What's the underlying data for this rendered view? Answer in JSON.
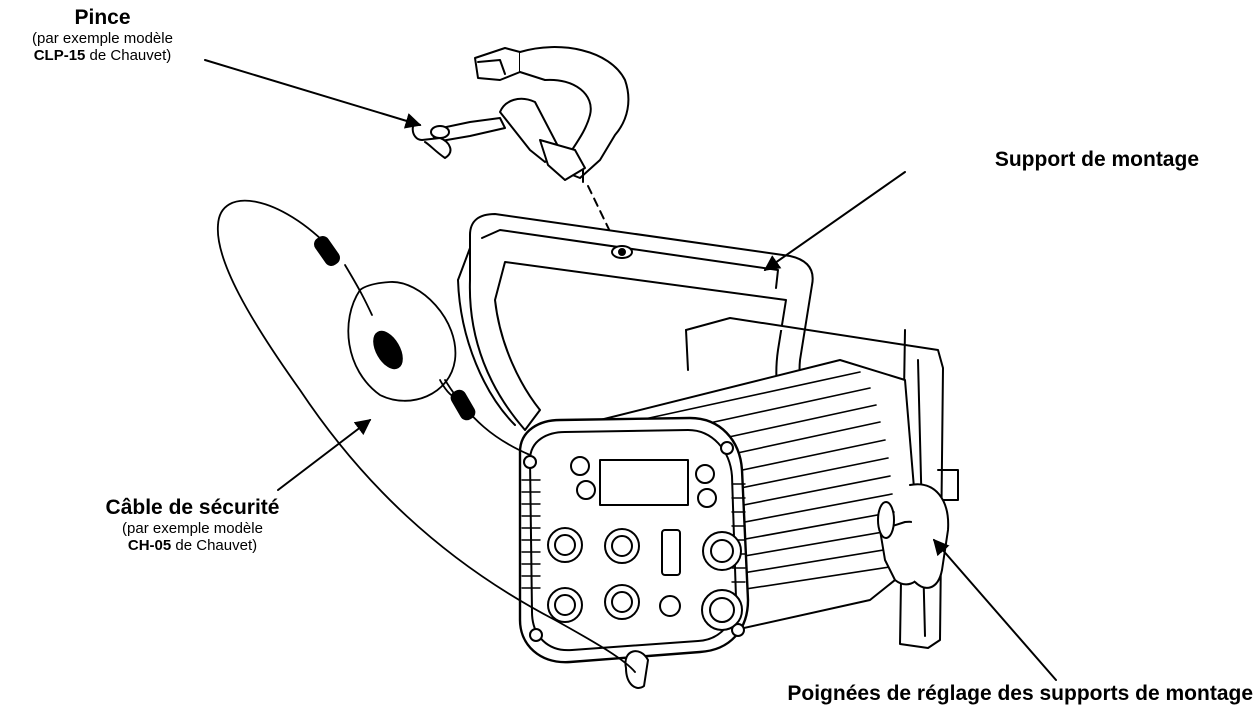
{
  "labels": {
    "pince": {
      "title": "Pince",
      "sub_line1": "(par exemple modèle",
      "model": "CLP-15",
      "brand": " de Chauvet)"
    },
    "support": {
      "title": "Support de montage"
    },
    "cable": {
      "title": "Câble de sécurité",
      "sub_line1": "(par exemple modèle",
      "model": "CH-05",
      "brand": " de Chauvet)"
    },
    "poignees": {
      "title": "Poignées de réglage des supports de montage"
    }
  },
  "colors": {
    "line": "#000000",
    "fill": "#ffffff",
    "shade": "#dcdcdc"
  }
}
